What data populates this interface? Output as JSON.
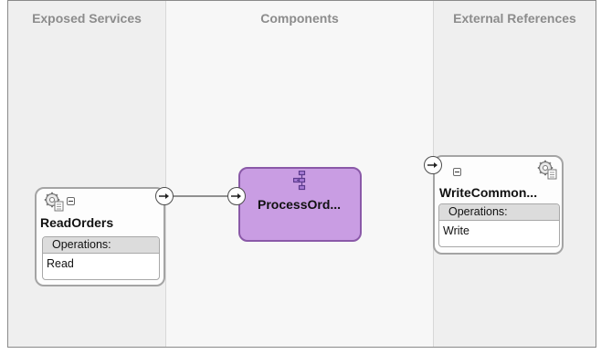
{
  "lanes": {
    "exposed_services": "Exposed Services",
    "components": "Components",
    "external_references": "External References"
  },
  "service": {
    "name": "ReadOrders",
    "operations_label": "Operations:",
    "operations": [
      "Read"
    ],
    "icon": "adapter-gear-icon"
  },
  "component": {
    "name": "ProcessOrd...",
    "icon": "bpel-process-icon",
    "fill_color": "#c99de3",
    "border_color": "#8a59a8"
  },
  "reference": {
    "name": "WriteCommon...",
    "operations_label": "Operations:",
    "operations": [
      "Write"
    ],
    "icon": "adapter-gear-icon"
  }
}
